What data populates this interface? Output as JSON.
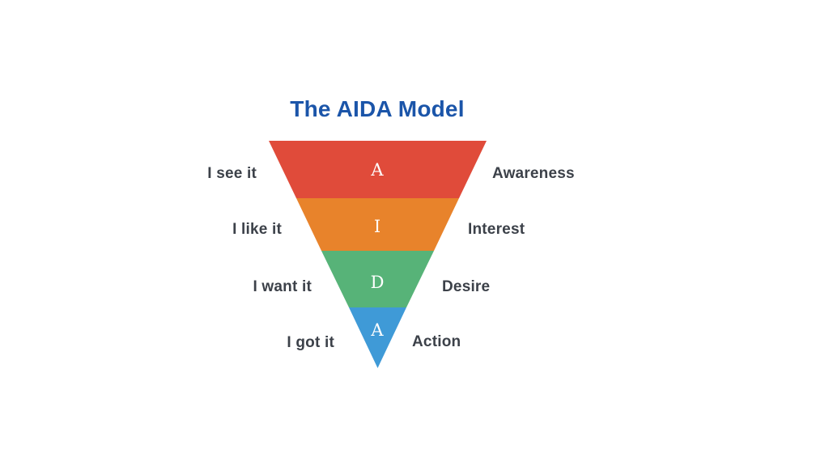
{
  "title": "The AIDA Model",
  "colors": {
    "title": "#1b55a9",
    "label": "#3c4149"
  },
  "funnel": {
    "layers": [
      {
        "letter": "A",
        "stage": "Awareness",
        "feeling": "I see it",
        "color": "#e04b3a"
      },
      {
        "letter": "I",
        "stage": "Interest",
        "feeling": "I like it",
        "color": "#e8832b"
      },
      {
        "letter": "D",
        "stage": "Desire",
        "feeling": "I want it",
        "color": "#57b378"
      },
      {
        "letter": "A",
        "stage": "Action",
        "feeling": "I got it",
        "color": "#3f9ad7"
      }
    ]
  }
}
